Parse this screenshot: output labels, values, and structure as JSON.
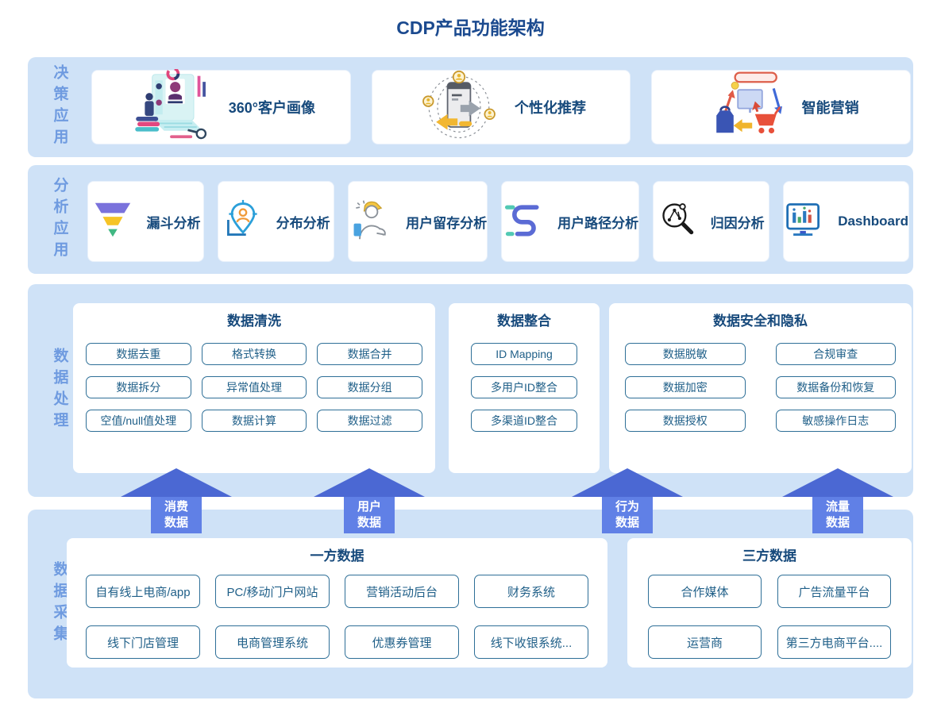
{
  "title": "CDP产品功能架构",
  "colors": {
    "band_bg": "#cfe2f7",
    "title_text": "#1b4a8f",
    "side_label": "#6f9be0",
    "node_border": "#2e6f97",
    "node_text": "#1f5f88",
    "card_text": "#174a7c",
    "arrow_head": "#4b68d3",
    "arrow_stem": "#6080e6",
    "arrow_text": "#ffffff",
    "funnel": [
      "#7a72dc",
      "#f6c426",
      "#41b883"
    ]
  },
  "bands": {
    "decision": {
      "label": "决策应用",
      "cards": [
        {
          "label": "360°客户画像",
          "icon": "customer-portrait-illustration"
        },
        {
          "label": "个性化推荐",
          "icon": "recommendation-illustration"
        },
        {
          "label": "智能营销",
          "icon": "marketing-illustration"
        }
      ]
    },
    "analysis": {
      "label": "分析应用",
      "cards": [
        {
          "label": "漏斗分析",
          "icon": "funnel-icon"
        },
        {
          "label": "分布分析",
          "icon": "pin-icon"
        },
        {
          "label": "用户留存分析",
          "icon": "retention-icon"
        },
        {
          "label": "用户路径分析",
          "icon": "path-icon"
        },
        {
          "label": "归因分析",
          "icon": "attribution-icon"
        },
        {
          "label": "Dashboard",
          "icon": "dashboard-icon"
        }
      ]
    },
    "processing": {
      "label": "数据处理",
      "groups": [
        {
          "title": "数据清洗",
          "items": [
            "数据去重",
            "格式转换",
            "数据合并",
            "数据拆分",
            "异常值处理",
            "数据分组",
            "空值/null值处理",
            "数据计算",
            "数据过滤"
          ]
        },
        {
          "title": "数据整合",
          "items": [
            "ID Mapping",
            "多用户ID整合",
            "多渠道ID整合"
          ]
        },
        {
          "title": "数据安全和隐私",
          "items": [
            "数据脱敏",
            "合规审查",
            "数据加密",
            "数据备份和恢复",
            "数据授权",
            "敏感操作日志"
          ]
        }
      ]
    },
    "collection": {
      "label": "数据采集",
      "groups": [
        {
          "title": "一方数据",
          "items": [
            "自有线上电商/app",
            "PC/移动门户网站",
            "营销活动后台",
            "财务系统",
            "线下门店管理",
            "电商管理系统",
            "优惠券管理",
            "线下收银系统..."
          ]
        },
        {
          "title": "三方数据",
          "items": [
            "合作媒体",
            "广告流量平台",
            "运营商",
            "第三方电商平台...."
          ]
        }
      ]
    }
  },
  "arrows": [
    {
      "line1": "消费",
      "line2": "数据"
    },
    {
      "line1": "用户",
      "line2": "数据"
    },
    {
      "line1": "行为",
      "line2": "数据"
    },
    {
      "line1": "流量",
      "line2": "数据"
    }
  ]
}
